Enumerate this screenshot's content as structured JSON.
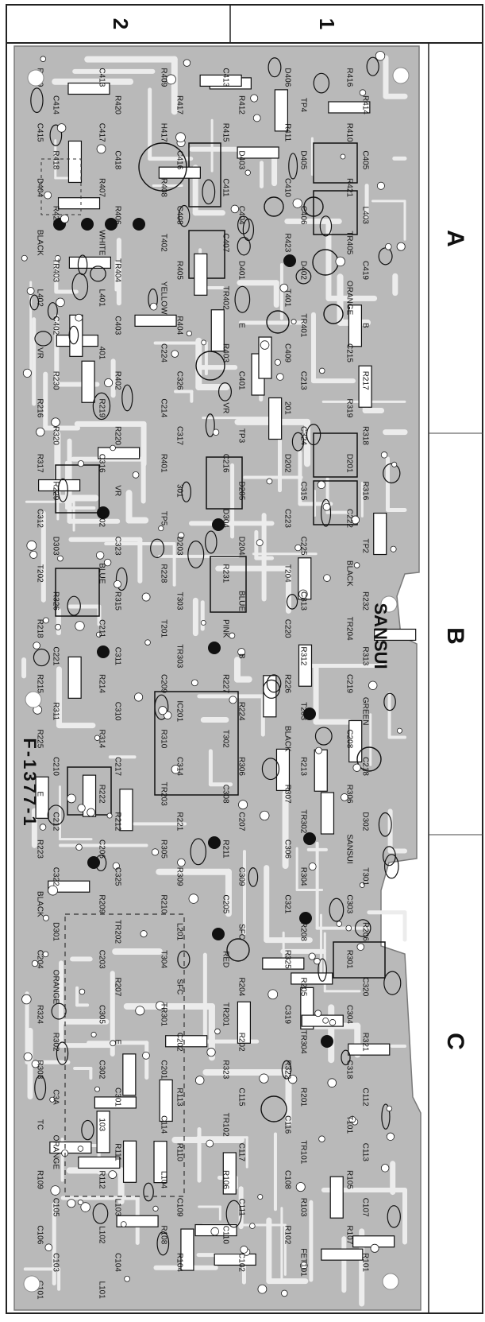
{
  "grid": {
    "columns": [
      "2",
      "1"
    ],
    "zones": [
      "A",
      "B",
      "C"
    ]
  },
  "board": {
    "brand": "SANSUI",
    "part_number": "F-1377-1",
    "colors": {
      "board": "#b9b9b9",
      "trace": "#ececec",
      "ink": "#111111",
      "frame": "#222222"
    }
  },
  "labels": [
    "R419",
    "C413",
    "R409",
    "C413",
    "D406",
    "R416",
    "C414",
    "R420",
    "R417",
    "R412",
    "TP4",
    "R414",
    "C415",
    "C417",
    "H417",
    "R415",
    "R411",
    "R410",
    "R418",
    "C418",
    "C416",
    "D403",
    "D405",
    "C405",
    "D404",
    "R407",
    "R408",
    "C411",
    "C410",
    "R421",
    "R422",
    "R406",
    "C408",
    "C404",
    "C406",
    "L403",
    "BLACK",
    "WHITE",
    "T402",
    "C407",
    "R423",
    "TR405",
    "TR403",
    "TR404",
    "R405",
    "D401",
    "D402",
    "C419",
    "L402",
    "L401",
    "YELLOW",
    "TR402",
    "T401",
    "ORANGE",
    "C402",
    "C403",
    "R404",
    "E",
    "TR401",
    "B",
    "VR",
    "401",
    "C224",
    "R403",
    "C409",
    "C215",
    "R230",
    "R402",
    "C326",
    "C401",
    "C213",
    "R217",
    "R216",
    "R219",
    "C214",
    "VR",
    "201",
    "R319",
    "R320",
    "R220",
    "C317",
    "TP3",
    "C324",
    "R318",
    "R317",
    "C316",
    "R401",
    "C216",
    "D202",
    "D201",
    "R229",
    "VR",
    "301",
    "D205",
    "C315",
    "R316",
    "C312",
    "L202",
    "TP5",
    "D304",
    "C223",
    "C222",
    "D303",
    "C323",
    "D203",
    "D204",
    "C225",
    "TP2",
    "T202",
    "BLUE",
    "R228",
    "R231",
    "T204",
    "BLACK",
    "R326",
    "R315",
    "T303",
    "BLUE",
    "C313",
    "R232",
    "R218",
    "C211",
    "T201",
    "PINK",
    "C220",
    "TR204",
    "C221",
    "C311",
    "TR303",
    "B",
    "R312",
    "R313",
    "R215",
    "R214",
    "C209",
    "R227",
    "R226",
    "C219",
    "R311",
    "C310",
    "IC201",
    "R224",
    "T203",
    "GREEN",
    "R225",
    "R314",
    "R310",
    "T302",
    "BLACK",
    "C208",
    "C210",
    "C217",
    "C314",
    "R306",
    "R213",
    "C218",
    "E",
    "R222",
    "TR203",
    "C308",
    "R307",
    "R306",
    "C212",
    "R212",
    "R221",
    "C207",
    "TR302",
    "D302",
    "R223",
    "C206",
    "R305",
    "R211",
    "C306",
    "SANSUI",
    "C322",
    "C325",
    "R309",
    "C309",
    "R304",
    "T301",
    "BLACK",
    "R209",
    "R210",
    "C205",
    "C321",
    "C303",
    "D301",
    "TR202",
    "L201",
    "SFC",
    "R208",
    "R206",
    "C204",
    "C203",
    "T304",
    "RED",
    "R325",
    "R301",
    "ORANGE",
    "R207",
    "SFC",
    "R204",
    "R205",
    "C320",
    "R324",
    "C305",
    "TR301",
    "TR201",
    "C319",
    "C304",
    "R302",
    "E",
    "C202",
    "R202",
    "TR304",
    "R321",
    "R303",
    "C302",
    "C201",
    "R323",
    "R322",
    "C318",
    "C3A",
    "C301",
    "R113",
    "C115",
    "R201",
    "C112",
    "TC",
    "103",
    "C114",
    "TR102",
    "C116",
    "T101",
    "ORANGE",
    "R111",
    "R110",
    "C117",
    "TR101",
    "C113",
    "R109",
    "R112",
    "L104",
    "R106",
    "C108",
    "R105",
    "C105",
    "L103",
    "C109",
    "C111",
    "R103",
    "C107",
    "C106",
    "L102",
    "R108",
    "C110",
    "R102",
    "R107",
    "C103",
    "C104",
    "R104",
    "C102",
    "FET101",
    "R101",
    "C101",
    "L101"
  ]
}
